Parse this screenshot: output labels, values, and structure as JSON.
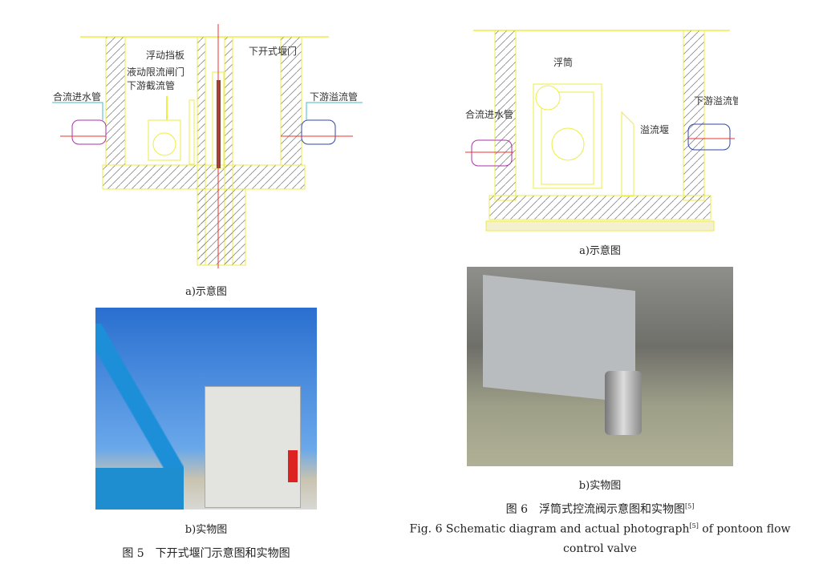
{
  "fig5": {
    "diagram_labels": {
      "float_baffle": "浮动挡板",
      "weir_gate": "下开式堰门",
      "hydraulic_gate": "液动限流闸门",
      "down_intercept": "下游截流管",
      "inlet": "合流进水管",
      "overflow_pipe": "下游溢流管"
    },
    "caption_a": "a)示意图",
    "caption_b": "b)实物图",
    "title": "图 5　下开式堰门示意图和实物图"
  },
  "fig6": {
    "diagram_labels": {
      "float": "浮筒",
      "inlet": "合流进水管",
      "weir": "溢流堰",
      "overflow_pipe": "下游溢流管"
    },
    "caption_a": "a)示意图",
    "caption_b": "b)实物图",
    "title": "图 6　浮筒式控流阀示意图和实物图",
    "ref": "[5]",
    "en_title_1": "Fig. 6 Schematic diagram and actual photograph",
    "en_title_2": " of pontoon flow",
    "en_title_3": "control valve"
  }
}
